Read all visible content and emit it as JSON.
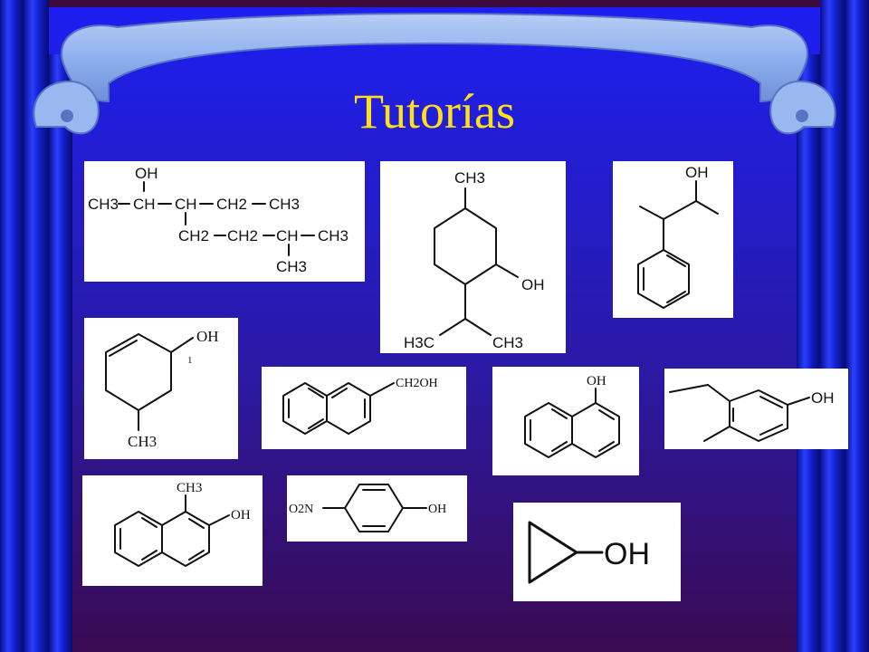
{
  "slide": {
    "title": "Tutorías",
    "colors": {
      "background_top": "#1d1ff2",
      "background_bottom": "#3a0a52",
      "title": "#ffe11a",
      "ribbon": "#8fb0ee",
      "curtain": "#1a25e8"
    }
  },
  "structures": [
    {
      "id": "s1",
      "labels": [
        "OH",
        "CH3",
        "CH",
        "CH",
        "CH2",
        "CH3",
        "CH2",
        "CH2",
        "CH",
        "CH3",
        "CH3"
      ]
    },
    {
      "id": "s2",
      "labels": [
        "CH3",
        "OH",
        "H3C",
        "CH3"
      ]
    },
    {
      "id": "s3",
      "labels": [
        "OH"
      ]
    },
    {
      "id": "s4",
      "labels": [
        "OH",
        "1",
        "CH3"
      ]
    },
    {
      "id": "s5",
      "labels": [
        "CH2OH"
      ]
    },
    {
      "id": "s6",
      "labels": [
        "OH"
      ]
    },
    {
      "id": "s7",
      "labels": [
        "OH"
      ]
    },
    {
      "id": "s8",
      "labels": [
        "CH3",
        "OH"
      ]
    },
    {
      "id": "s9",
      "labels": [
        "O2N",
        "OH"
      ]
    },
    {
      "id": "s10",
      "labels": [
        "OH"
      ]
    }
  ]
}
